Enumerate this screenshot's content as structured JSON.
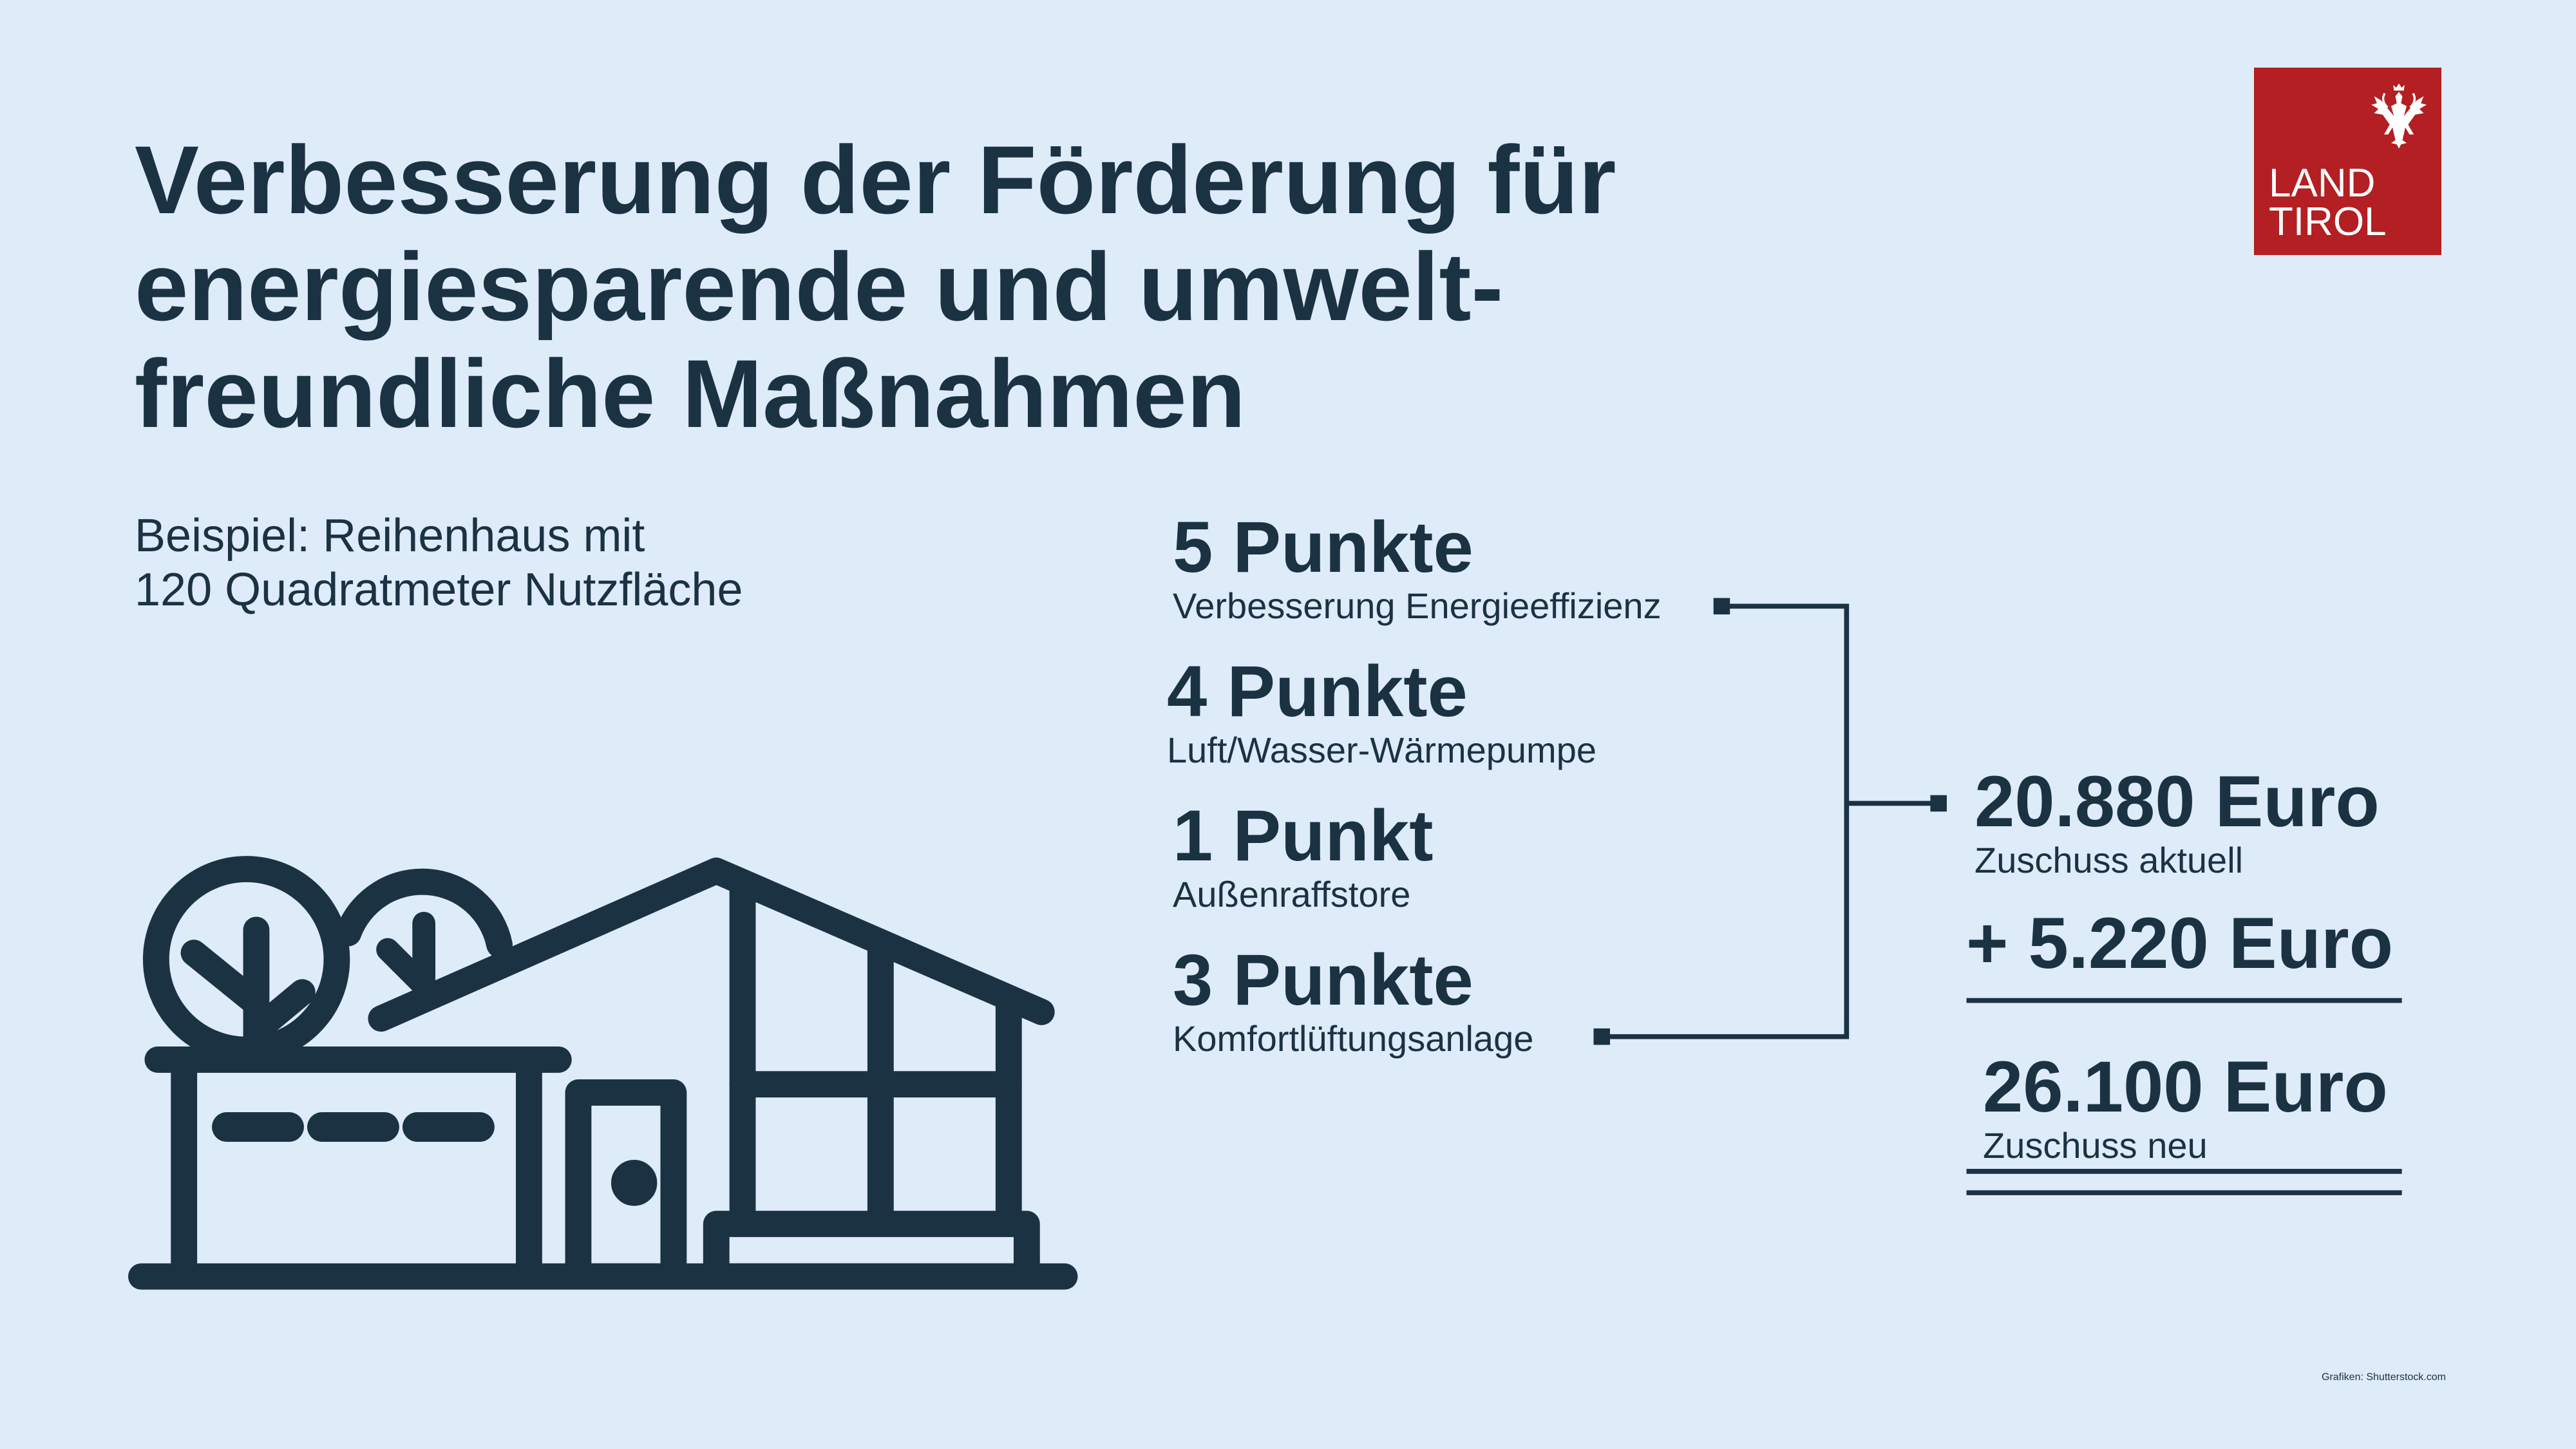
{
  "title_lines": [
    "Verbesserung der Förderung für",
    "energiesparende und umwelt-",
    "freundliche Maßnahmen"
  ],
  "subtitle_lines": [
    "Beispiel: Reihenhaus mit",
    "120 Quadratmeter Nutzfläche"
  ],
  "points": [
    {
      "value": "5 Punkte",
      "label": "Verbesserung Energieeffizienz"
    },
    {
      "value": "4 Punkte",
      "label": "Luft/Wasser-Wärmepumpe"
    },
    {
      "value": "1 Punkt",
      "label": "Außenraffstore"
    },
    {
      "value": "3 Punkte",
      "label": "Komfortlüftungsanlage"
    }
  ],
  "totals": {
    "current_amount": "20.880 Euro",
    "current_label": "Zuschuss aktuell",
    "increase_amount": "+ 5.220 Euro",
    "new_amount": "26.100 Euro",
    "new_label": "Zuschuss neu"
  },
  "logo": {
    "line1": "LAND",
    "line2": "TIROL"
  },
  "credit": "Grafiken: Shutterstock.com",
  "colors": {
    "background": "#deebf8",
    "text": "#1b3243",
    "brand_red": "#b31f22"
  }
}
